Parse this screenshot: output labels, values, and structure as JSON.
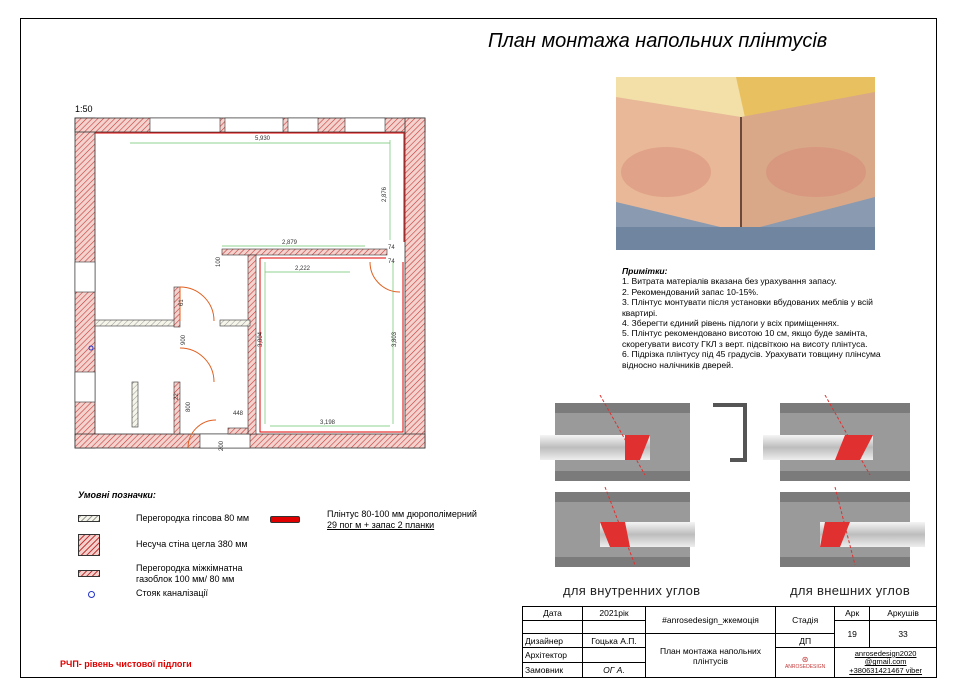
{
  "title": "План монтажа напольних плінтусів",
  "scale": "1:50",
  "dimensions": {
    "top_width": "5,930",
    "right_upper": "2,876",
    "inner_top": "2,879",
    "inner_bottom_top": "2,222",
    "room_left_h": "3,804",
    "room_right_h": "3,803",
    "bottom_width": "3,198",
    "small_74a": "74",
    "small_74b": "74",
    "small_100": "100",
    "small_448": "448",
    "small_200": "200",
    "door_1": "900",
    "door_2": "800",
    "small_61": "61",
    "small_22": "22"
  },
  "notes": {
    "heading": "Примітки:",
    "items": [
      "1. Витрата матеріалів вказана без урахування запасу.",
      "2. Рекомендований запас 10-15%.",
      "3. Плінтус монтувати після установки вбудованих меблів у всій квартирі.",
      "4. Зберегти єдиний рівень підлоги у всіх приміщеннях.",
      "5. Плінтус рекомендовано висотою 10 см, якщо буде замінта, скорегувати висоту ГКЛ з верт. підсвіткою на висоту плінтуса.",
      "6. Підрізка плінтусу під 45 градусів. Урахувати товщину плінсума відносно налічників дверей."
    ]
  },
  "captions": {
    "inner": "для внутренних углов",
    "outer": "для внешних углов"
  },
  "legend": {
    "title": "Умовні позначки:",
    "gypsum": "Перегородка гіпсова 80 мм",
    "brick": "Несуча стіна цегла 380 мм",
    "gasblock_1": "Перегородка міжкімнатна",
    "gasblock_2": "газоблок 100 мм/ 80 мм",
    "riser": "Стояк каналізації",
    "plinth_1": "Плінтус 80-100 мм дюрополімерний",
    "plinth_2": "29 пог м + запас 2 планки"
  },
  "footnote": "РЧП- рівень чистової підлоги",
  "titleblock": {
    "date_label": "Дата",
    "date_value": "2021рік",
    "designer_label": "Дизайнер",
    "designer_value": "Гоцька А.П.",
    "architect_label": "Архітектор",
    "client_label": "Замовник",
    "client_sign": "ОГ    А.",
    "hashtag": "#anrosedesign_жкемоція",
    "sheet_title": "План монтажа напольних плінтусів",
    "stage_label": "Стадія",
    "stage_value": "ДП",
    "ark_label": "Арк",
    "ark_value": "19",
    "sheets_label": "Аркушів",
    "sheets_value": "33",
    "logo_text": "ANROSEDESIGN",
    "contact_1": "anrosedesign2020",
    "contact_2": "@gmail.com",
    "contact_3": "+380631421467 viber"
  },
  "colors": {
    "wall": "#c43a3a",
    "plinth": "#e00000",
    "dimension": "#6ac46a",
    "door": "#e06020",
    "riser": "#2233cc"
  }
}
